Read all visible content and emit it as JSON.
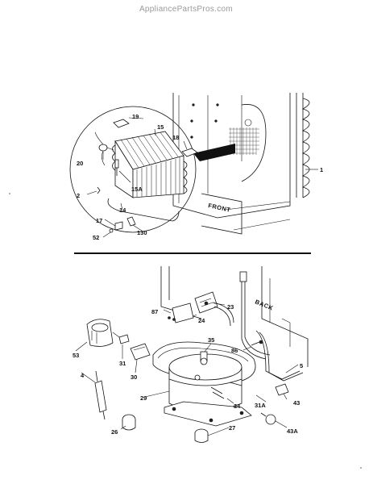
{
  "watermark": "AppliancePartsPros.com",
  "direction_labels": {
    "front": "FRONT",
    "back": "BACK"
  },
  "part_numbers": {
    "p1": "1",
    "p2": "2",
    "p14": "14",
    "p15": "15",
    "p15a": "15A",
    "p17": "17",
    "p18": "18",
    "p19": "19",
    "p20": "20",
    "p52": "52",
    "p130": "130",
    "p4": "4",
    "p5": "5",
    "p23": "23",
    "p24": "24",
    "p26": "26",
    "p27": "27",
    "p29": "29",
    "p30": "30",
    "p31": "31",
    "p31a": "31A",
    "p34": "34",
    "p35": "35",
    "p43": "43",
    "p43a": "43A",
    "p53": "53",
    "p86": "86",
    "p87": "87"
  }
}
